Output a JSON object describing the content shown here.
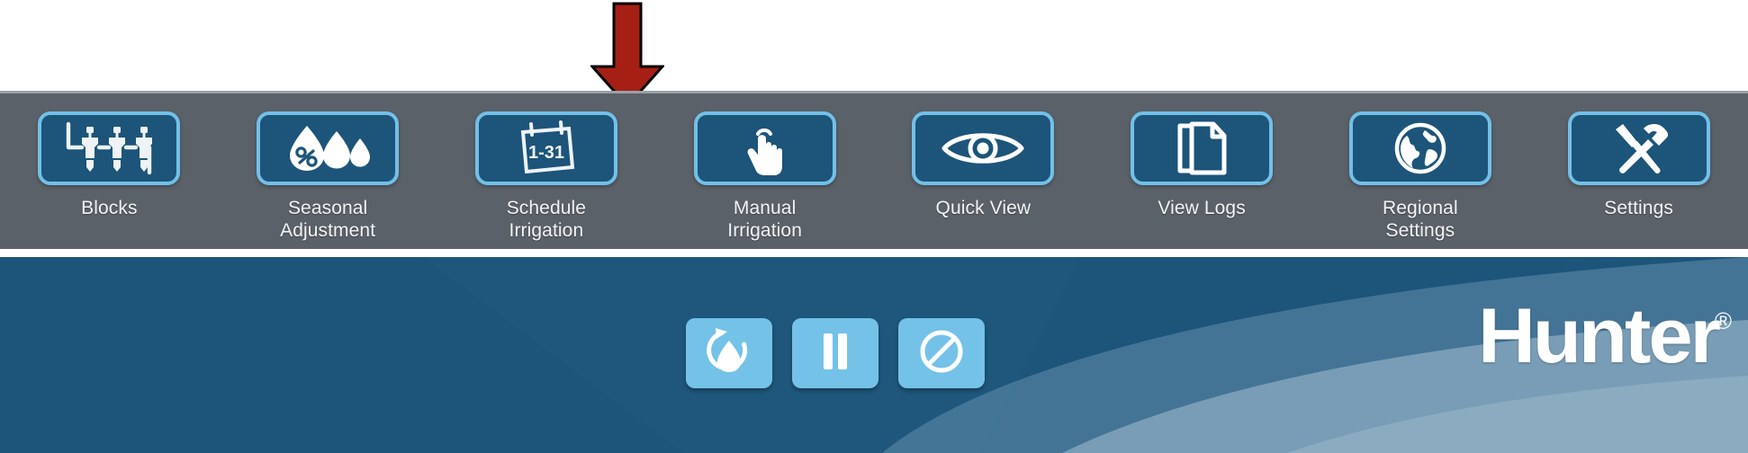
{
  "annotation": {
    "arrow": {
      "name": "red-down-arrow",
      "color": "#a61f15",
      "points_to": "Manual Irrigation"
    }
  },
  "toolbar": {
    "background_color": "#5b6169",
    "button_fill": "#1d5479",
    "button_border": "#72c0e8",
    "items": [
      {
        "id": "blocks",
        "label": "Blocks",
        "icon": "valves-manifold-icon"
      },
      {
        "id": "seasonal-adjustment",
        "label": "Seasonal\nAdjustment",
        "icon": "water-droplets-percent-icon"
      },
      {
        "id": "schedule-irrigation",
        "label": "Schedule\nIrrigation",
        "icon": "calendar-icon",
        "icon_text": "1-31"
      },
      {
        "id": "manual-irrigation",
        "label": "Manual\nIrrigation",
        "icon": "hand-pointer-icon"
      },
      {
        "id": "quick-view",
        "label": "Quick View",
        "icon": "eye-icon"
      },
      {
        "id": "view-logs",
        "label": "View Logs",
        "icon": "copy-documents-icon"
      },
      {
        "id": "regional-settings",
        "label": "Regional\nSettings",
        "icon": "globe-icon"
      },
      {
        "id": "settings",
        "label": "Settings",
        "icon": "hammer-screwdriver-icon"
      }
    ]
  },
  "bottombar": {
    "background_color": "#1d5479",
    "button_color": "#74c2e8",
    "actions": [
      {
        "id": "run",
        "name": "run-irrigation-button",
        "icon": "water-drop-refresh-icon"
      },
      {
        "id": "pause",
        "name": "pause-button",
        "icon": "pause-icon"
      },
      {
        "id": "stop",
        "name": "stop-button",
        "icon": "no-entry-slash-icon"
      }
    ],
    "brand": {
      "name": "Hunter",
      "registered_mark": "®"
    }
  }
}
